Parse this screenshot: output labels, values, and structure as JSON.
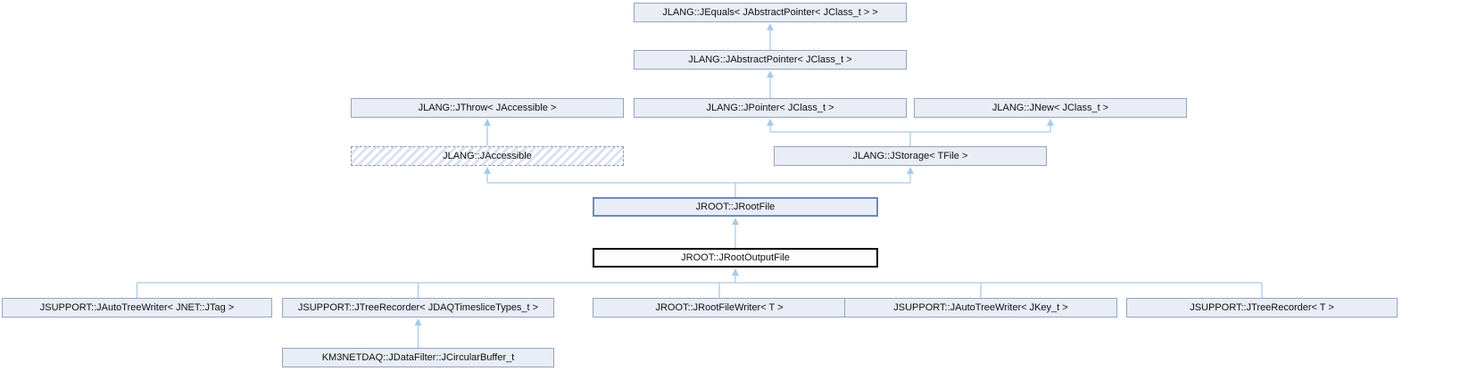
{
  "diagram": {
    "kind": "class-inheritance-graph",
    "current_class": "JROOT::JRootOutputFile",
    "colors": {
      "node_fill": "#e9edf6",
      "node_border": "#95a2c2",
      "highlight_border": "#7189bd",
      "current_border": "#000000",
      "current_fill": "#ffffff",
      "edge": "#a9cbe8",
      "hatch": "#dbe2ef",
      "text": "#111111",
      "background": "#ffffff"
    },
    "nodes": [
      {
        "id": "jequals",
        "label": "JLANG::JEquals< JAbstractPointer< JClass_t > >",
        "style": "default"
      },
      {
        "id": "jabstractpointer",
        "label": "JLANG::JAbstractPointer< JClass_t >",
        "style": "default"
      },
      {
        "id": "jthrow",
        "label": "JLANG::JThrow< JAccessible >",
        "style": "default"
      },
      {
        "id": "jpointer",
        "label": "JLANG::JPointer< JClass_t >",
        "style": "default"
      },
      {
        "id": "jnew",
        "label": "JLANG::JNew< JClass_t >",
        "style": "default"
      },
      {
        "id": "jaccessible",
        "label": "JLANG::JAccessible",
        "style": "undocumented"
      },
      {
        "id": "jstorage",
        "label": "JLANG::JStorage< TFile >",
        "style": "default"
      },
      {
        "id": "jrootfile",
        "label": "JROOT::JRootFile",
        "style": "highlight"
      },
      {
        "id": "jrootoutputfile",
        "label": "JROOT::JRootOutputFile",
        "style": "current"
      },
      {
        "id": "jautotreewriter-jtag",
        "label": "JSUPPORT::JAutoTreeWriter< JNET::JTag >",
        "style": "default"
      },
      {
        "id": "jtreerecorder-jdaq",
        "label": "JSUPPORT::JTreeRecorder< JDAQTimesliceTypes_t >",
        "style": "default"
      },
      {
        "id": "jrootfilewriter-t",
        "label": "JROOT::JRootFileWriter< T >",
        "style": "default"
      },
      {
        "id": "jautotreewriter-jkey",
        "label": "JSUPPORT::JAutoTreeWriter< JKey_t >",
        "style": "default"
      },
      {
        "id": "jtreerecorder-t",
        "label": "JSUPPORT::JTreeRecorder< T >",
        "style": "default"
      },
      {
        "id": "jcircularbuffer",
        "label": "KM3NETDAQ::JDataFilter::JCircularBuffer_t",
        "style": "default"
      }
    ],
    "edges": [
      {
        "derived": "jabstractpointer",
        "base": "jequals",
        "relation": "inherits"
      },
      {
        "derived": "jpointer",
        "base": "jabstractpointer",
        "relation": "inherits"
      },
      {
        "derived": "jaccessible",
        "base": "jthrow",
        "relation": "inherits"
      },
      {
        "derived": "jstorage",
        "base": "jpointer",
        "relation": "inherits"
      },
      {
        "derived": "jstorage",
        "base": "jnew",
        "relation": "inherits"
      },
      {
        "derived": "jrootfile",
        "base": "jaccessible",
        "relation": "inherits"
      },
      {
        "derived": "jrootfile",
        "base": "jstorage",
        "relation": "inherits"
      },
      {
        "derived": "jrootoutputfile",
        "base": "jrootfile",
        "relation": "inherits"
      },
      {
        "derived": "jautotreewriter-jtag",
        "base": "jrootoutputfile",
        "relation": "inherits"
      },
      {
        "derived": "jtreerecorder-jdaq",
        "base": "jrootoutputfile",
        "relation": "inherits"
      },
      {
        "derived": "jrootfilewriter-t",
        "base": "jrootoutputfile",
        "relation": "inherits"
      },
      {
        "derived": "jautotreewriter-jkey",
        "base": "jrootoutputfile",
        "relation": "inherits"
      },
      {
        "derived": "jtreerecorder-t",
        "base": "jrootoutputfile",
        "relation": "inherits"
      },
      {
        "derived": "jcircularbuffer",
        "base": "jtreerecorder-jdaq",
        "relation": "inherits"
      }
    ]
  }
}
